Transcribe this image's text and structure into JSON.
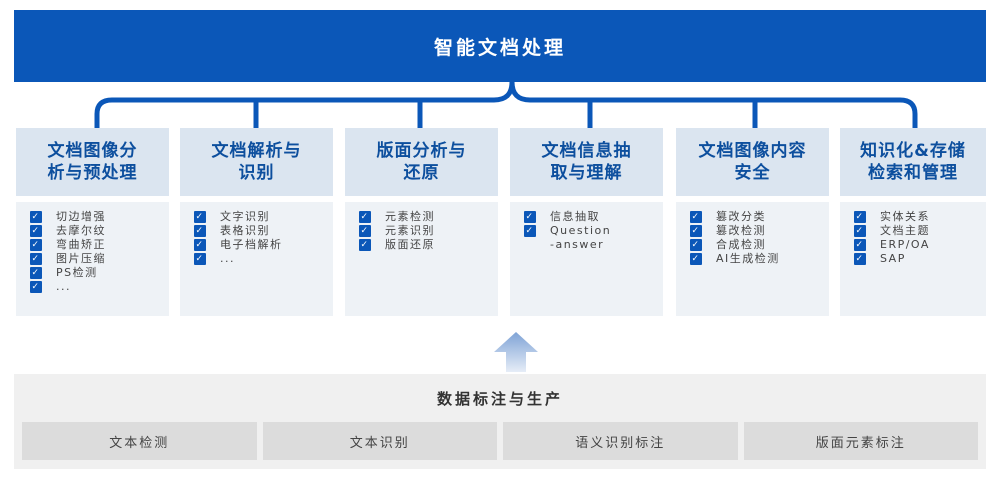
{
  "title": "智能文档处理",
  "columns": [
    {
      "title_line1": "文档图像分",
      "title_line2": "析与预处理",
      "items": [
        "切边增强",
        "去摩尔纹",
        "弯曲矫正",
        "图片压缩",
        "PS检测",
        "..."
      ]
    },
    {
      "title_line1": "文档解析与",
      "title_line2": "识别",
      "items": [
        "文字识别",
        "表格识别",
        "电子档解析",
        "..."
      ]
    },
    {
      "title_line1": "版面分析与",
      "title_line2": "还原",
      "items": [
        "元素检测",
        "元素识别",
        "版面还原"
      ]
    },
    {
      "title_line1": "文档信息抽",
      "title_line2": "取与理解",
      "items": [
        "信息抽取",
        "Question",
        "-answer"
      ]
    },
    {
      "title_line1": "文档图像内容",
      "title_line2": "安全",
      "items": [
        "篡改分类",
        "篡改检测",
        "合成检测",
        "AI生成检测"
      ]
    },
    {
      "title_line1": "知识化&存储",
      "title_line2": "检索和管理",
      "items": [
        "实体关系",
        "文档主题",
        "ERP/OA",
        "SAP"
      ]
    }
  ],
  "bottom": {
    "title": "数据标注与生产",
    "cells": [
      "文本检测",
      "文本识别",
      "语义识别标注",
      "版面元素标注"
    ]
  },
  "colors": {
    "primary": "#0b57b8",
    "header_bg": "#dbe5f0",
    "body_bg": "#eef2f6",
    "panel_bg": "#f0f0f0"
  },
  "icons": {
    "checkbox": "checked-checkbox-icon",
    "arrow": "up-arrow-icon"
  }
}
